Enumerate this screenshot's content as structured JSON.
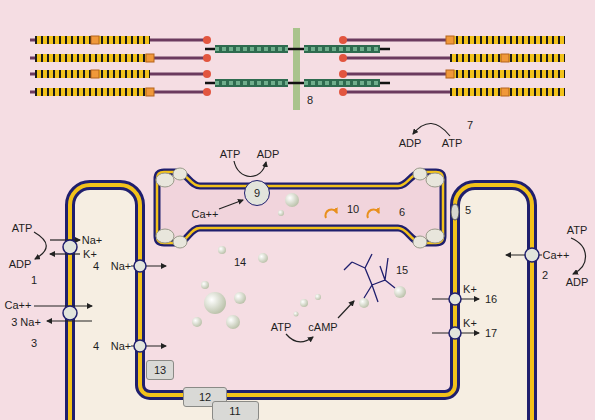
{
  "diagram": {
    "nodes": [
      {
        "text": [
          "9"
        ]
      },
      {
        "text": [
          "13"
        ]
      },
      {
        "text": [
          "12"
        ]
      },
      {
        "text": [
          "11"
        ]
      }
    ],
    "labels": [
      "8",
      "7",
      "ADP",
      "ATP",
      "ATP",
      "ADP",
      "5",
      "6",
      "10",
      "Ca++",
      "ATP",
      "ATP",
      "Na+",
      "K+",
      "Ca++",
      "14",
      "ADP",
      "4",
      "Na+",
      "15",
      "2",
      "1",
      "ADP",
      "K+",
      "16",
      "Ca++",
      "3 Na+",
      "K+",
      "ATP",
      "cAMP",
      "17",
      "3",
      "4",
      "Na+"
    ]
  }
}
